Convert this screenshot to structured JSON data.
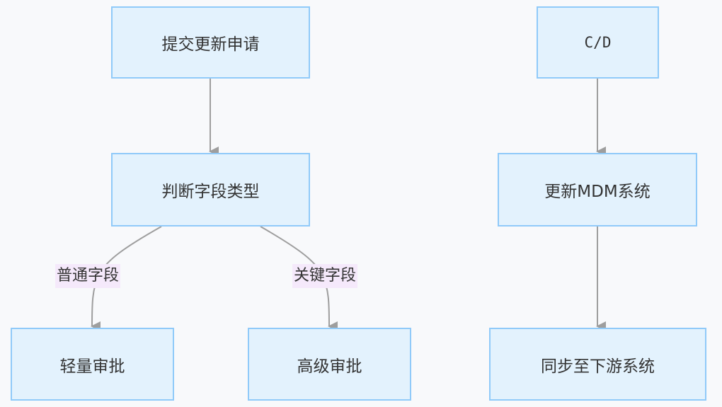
{
  "nodes": {
    "submit": "提交更新申请",
    "judge": "判断字段类型",
    "light": "轻量审批",
    "advanced": "高级审批",
    "cd": "C/D",
    "update_mdm": "更新MDM系统",
    "sync": "同步至下游系统"
  },
  "edge_labels": {
    "normal": "普通字段",
    "key": "关键字段"
  },
  "colors": {
    "background": "#f8f9fb",
    "node_fill": "#e3f2fd",
    "node_border": "#90caf9",
    "edge": "#9e9e9e",
    "label_bg": "#f5e9fb",
    "text": "#333333"
  }
}
